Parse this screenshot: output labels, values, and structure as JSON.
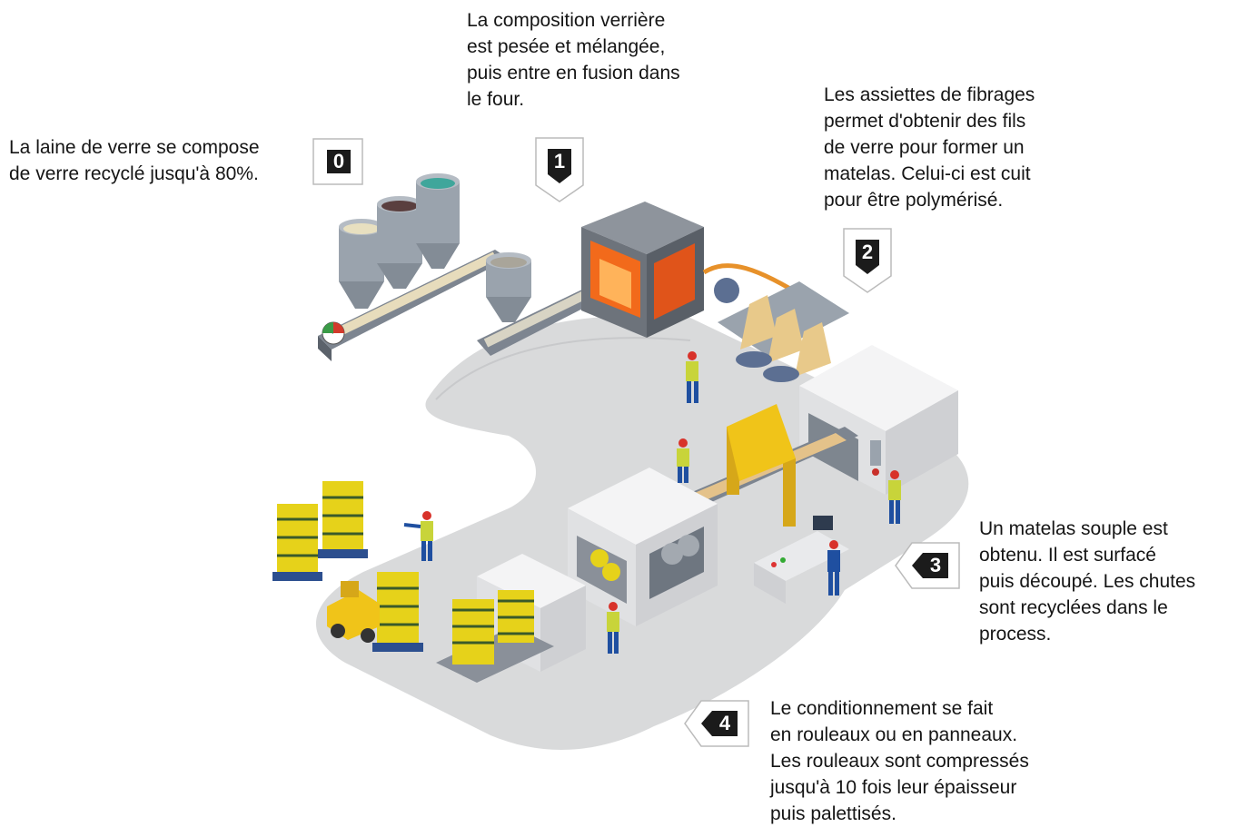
{
  "steps": [
    {
      "number": "0",
      "text": "La laine de verre se compose\nde verre recyclé jusqu'à 80%."
    },
    {
      "number": "1",
      "text": "La composition verrière\nest pesée et mélangée,\npuis entre en fusion dans\nle four."
    },
    {
      "number": "2",
      "text": "Les assiettes de fibrages\npermet d'obtenir des fils\nde verre pour former un\nmatelas. Celui-ci est cuit\npour être polymérisé."
    },
    {
      "number": "3",
      "text": "Un matelas souple est\nobtenu. Il est surfacé\npuis découpé. Les chutes\nsont recyclées dans le\nprocess."
    },
    {
      "number": "4",
      "text": "Le conditionnement se fait\nen rouleaux ou en panneaux.\nLes  rouleaux  sont compressés\njusqu'à 10 fois leur épaisseur\npuis palettisés."
    }
  ],
  "colors": {
    "floor": "#d9dadb",
    "machine": "#e9eaec",
    "silo": "#9aa3ad",
    "furnace_glow": "#f26a1b",
    "rolls": "#e6d21a",
    "yellow_frame": "#f0c419",
    "badge": "#1b1b1b"
  }
}
